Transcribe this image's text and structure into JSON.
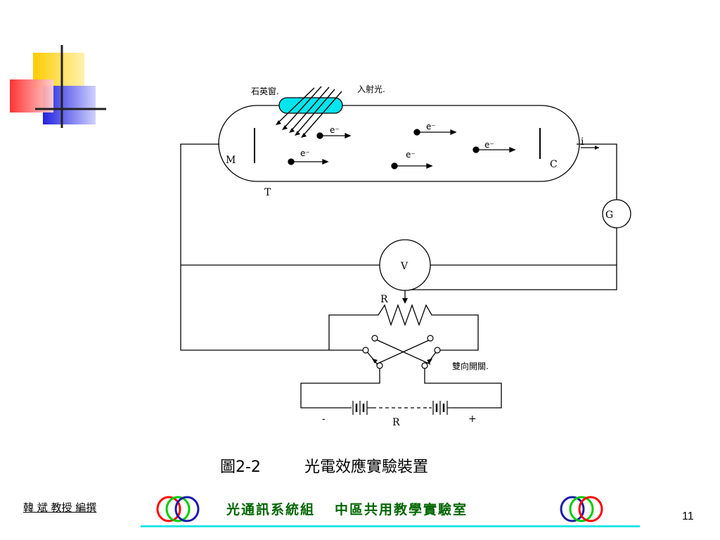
{
  "diagram": {
    "labels": {
      "quartz_window": "石英窗.",
      "incident_light": "入射光.",
      "electron": "e⁻",
      "electrode_m": "M",
      "electrode_c": "C",
      "tube": "T",
      "current": "i",
      "galvanometer": "G",
      "voltmeter": "V",
      "rheostat": "R",
      "reversing_switch": "雙向開關.",
      "battery_resistor": "R",
      "minus": "-",
      "plus": "+"
    },
    "caption_num": "圖2-2",
    "caption_text": "光電效應實驗裝置"
  },
  "footer": {
    "author": "韓 斌 教授 編撰",
    "lab_left": "光通訊系統組",
    "lab_right": "中區共用教學實驗室",
    "page": "11"
  },
  "colors": {
    "quartz": "#00e5ee",
    "footer_line": "#21e6e6",
    "footer_text": "#006600",
    "ring_red": "#ff0000",
    "ring_green": "#00cc00",
    "ring_blue": "#1a1aa8"
  }
}
